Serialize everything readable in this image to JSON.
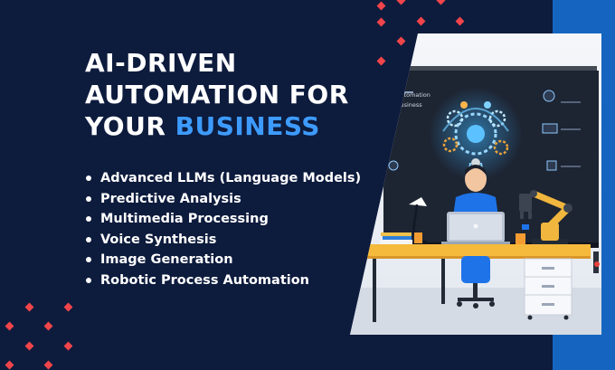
{
  "headline": {
    "line1": "AI-DRIVEN",
    "line2": "AUTOMATION FOR",
    "line3_prefix": "YOUR",
    "line3_accent": "BUSINESS"
  },
  "services": [
    "Advanced LLMs (Language Models)",
    "Predictive Analysis",
    "Multimedia Processing",
    "Voice Synthesis",
    "Image Generation",
    "Robotic Process Automation"
  ],
  "illustration": {
    "screen_caption_line1": "Automation",
    "screen_caption_line2": "Business"
  },
  "colors": {
    "background": "#0d1b3d",
    "accent": "#3d9bff",
    "strip": "#1565c0",
    "decor_dots": "#f0454a"
  },
  "icons": [
    "brain-gears-icon",
    "desk-lamp-icon",
    "robot-arm-icon"
  ]
}
